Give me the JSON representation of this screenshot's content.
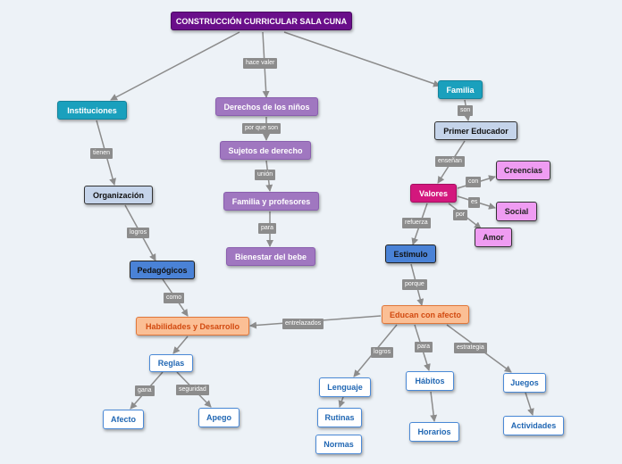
{
  "nodes": {
    "root": "CONSTRUCCIÓN CURRICULAR SALA CUNA",
    "instituciones": "Instituciones",
    "derechos": "Derechos de los niños",
    "familia": "Familia",
    "organizacion": "Organización",
    "sujetos": "Sujetos de derecho",
    "primer_educador": "Primer Educador",
    "familia_profesores": "Familia y profesores",
    "valores": "Valores",
    "creencias": "Creencias",
    "social": "Social",
    "amor": "Amor",
    "pedagogicos": "Pedagógicos",
    "bienestar": "Bienestar del bebe",
    "estimulo": "Estimulo",
    "habilidades": "Habilidades y Desarrollo",
    "educan": "Educan con afecto",
    "reglas": "Reglas",
    "lenguaje": "Lenguaje",
    "habitos": "Hábitos",
    "juegos": "Juegos",
    "afecto": "Afecto",
    "apego": "Apego",
    "rutinas": "Rutinas",
    "normas": "Normas",
    "horarios": "Horarios",
    "actividades": "Actividades"
  },
  "labels": {
    "hace_valer": "hace valer",
    "tienen": "tienen",
    "por_que_son": "por que son",
    "son": "son",
    "union": "unión",
    "ensenan": "enseñan",
    "con": "con",
    "es": "es",
    "por": "por",
    "para": "para",
    "logros": "logros",
    "refuerza": "refuerza",
    "porque": "porque",
    "como": "como",
    "entrelazados": "entrelazados",
    "logros2": "logros",
    "para2": "para",
    "estrategia": "estrategia",
    "gana": "gana",
    "seguridad": "seguridad"
  },
  "colors": {
    "root": "#6a0f8a",
    "teal": "#1aa0bd",
    "purple": "#a077c0",
    "steel": "#c5d4ea",
    "blue": "#4a82d6",
    "magenta": "#d3177d",
    "pink": "#ef9cf2",
    "orange": "#fbbf95",
    "white_node_text": "#1f66b3",
    "edge": "#8c8c8c"
  }
}
